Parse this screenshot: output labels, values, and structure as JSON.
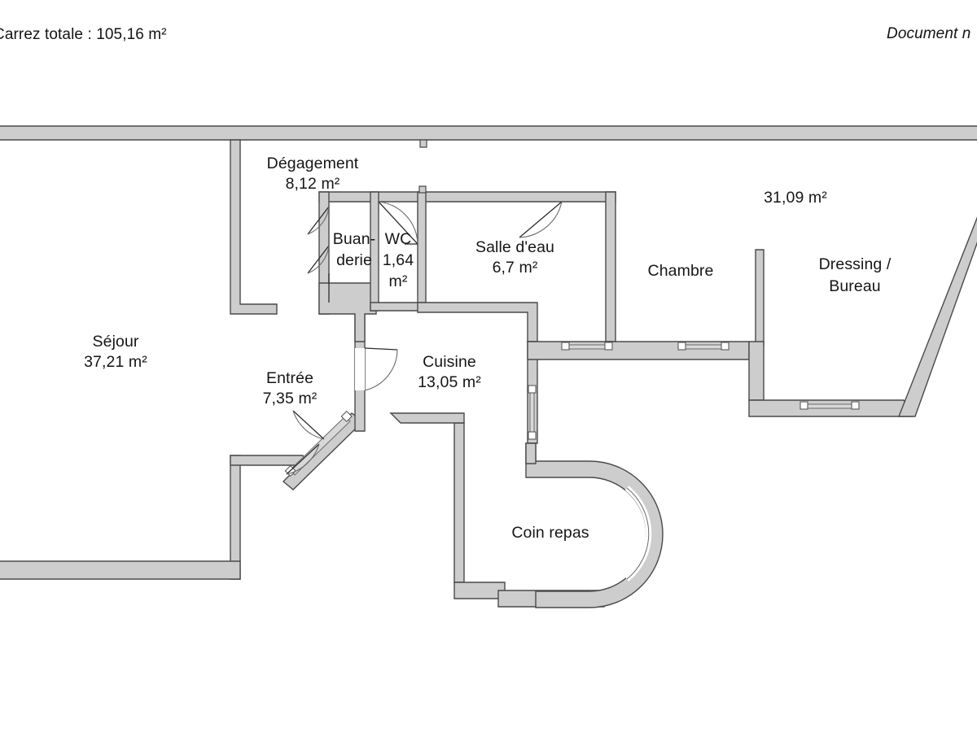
{
  "header": {
    "carrez_total": "Carrez totale :  105,16 m²",
    "document_note": "Document n"
  },
  "plan": {
    "units": "m²",
    "rooms": [
      {
        "key": "sejour",
        "name": "Séjour",
        "area": "37,21 m²"
      },
      {
        "key": "degagement",
        "name": "Dégagement",
        "area": "8,12 m²"
      },
      {
        "key": "entree",
        "name": "Entrée",
        "area": "7,35 m²"
      },
      {
        "key": "cuisine",
        "name": "Cuisine",
        "area": "13,05 m²"
      },
      {
        "key": "buanderie",
        "name": "Buan-\nderie",
        "area": ""
      },
      {
        "key": "wc",
        "name": "WC",
        "area": "1,64\nm²"
      },
      {
        "key": "salledeau",
        "name": "Salle d'eau",
        "area": "6,7 m²"
      },
      {
        "key": "chambre",
        "name": "Chambre",
        "area": ""
      },
      {
        "key": "dressing",
        "name": "Dressing /\nBureau",
        "area": ""
      },
      {
        "key": "coinrepas",
        "name": "Coin repas",
        "area": ""
      }
    ],
    "labels": {
      "sejour_name": "Séjour",
      "sejour_area": "37,21 m²",
      "degagement_name": "Dégagement",
      "degagement_area": "8,12 m²",
      "entree_name": "Entrée",
      "entree_area": "7,35 m²",
      "cuisine_name": "Cuisine",
      "cuisine_area": "13,05 m²",
      "buanderie_l1": "Buan-",
      "buanderie_l2": "derie",
      "wc_name": "WC",
      "wc_area_l1": "1,64",
      "wc_area_l2": "m²",
      "salledeau_name": "Salle d'eau",
      "salledeau_area": "6,7 m²",
      "chambre_name": "Chambre",
      "dressing_l1": "Dressing /",
      "dressing_l2": "Bureau",
      "right_zone_area": "31,09 m²",
      "coinrepas_name": "Coin repas"
    }
  },
  "colors": {
    "wall_fill": "#cdcdcd",
    "wall_stroke": "#4a4a4a",
    "text": "#161616",
    "background": "#ffffff",
    "window_fill": "#d8d8d8"
  }
}
